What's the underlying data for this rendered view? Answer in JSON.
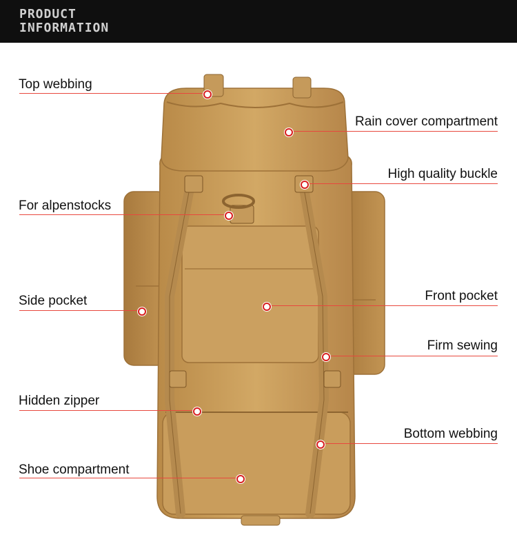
{
  "header": {
    "line1": "PRODUCT",
    "line2": "INFORMATION"
  },
  "labels": {
    "top_webbing": "Top webbing",
    "rain_cover": "Rain cover compartment",
    "buckle": "High quality buckle",
    "alpenstocks": "For alpenstocks",
    "side_pocket": "Side pocket",
    "front_pocket": "Front pocket",
    "firm_sewing": "Firm sewing",
    "hidden_zipper": "Hidden zipper",
    "bottom_webbing": "Bottom webbing",
    "shoe_compartment": "Shoe compartment"
  },
  "colors": {
    "header_bg": "#0f0f0f",
    "accent_line": "#e8473d",
    "marker": "#d81e1e",
    "bag_tan": "#c79a55"
  }
}
